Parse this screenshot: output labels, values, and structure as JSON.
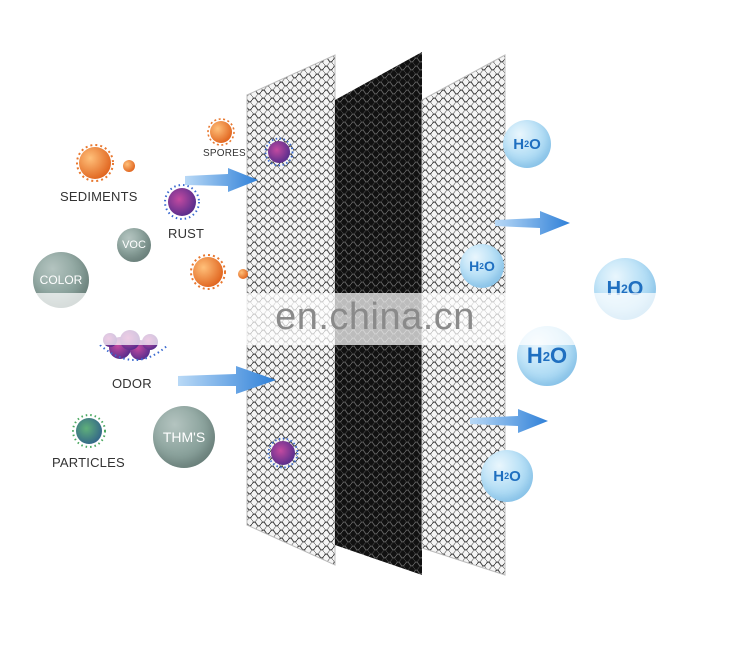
{
  "contaminants": {
    "sediments": "SEDIMENTS",
    "spores": "SPORES",
    "rust": "RUST",
    "voc": "VOC",
    "color": "COLOR",
    "odor": "ODOR",
    "particles": "PARTICLES",
    "thms": "THM'S"
  },
  "output": {
    "h2o_prefix": "H",
    "h2o_sub": "2",
    "h2o_suffix": "O"
  },
  "watermark": "en.china.cn",
  "colors": {
    "arrow_blue": "#2f80d8",
    "gray_ball": "#8fa6a0",
    "water_ball": "#b8e0f6",
    "water_text": "#1f6fc0",
    "virus_orange": "#e8772e",
    "virus_purple": "#7a3aa0"
  }
}
